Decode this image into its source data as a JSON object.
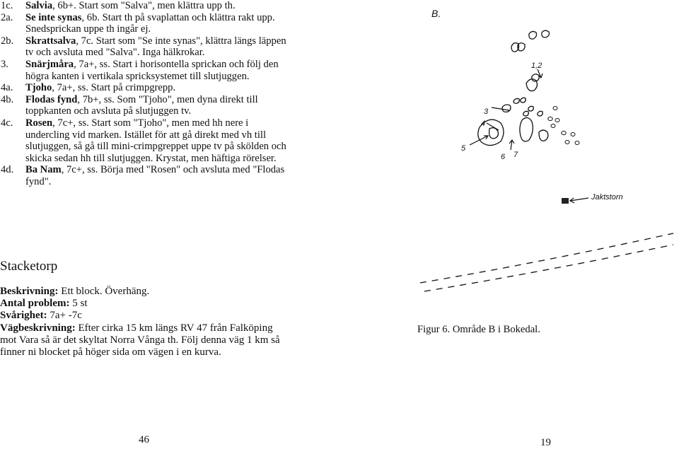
{
  "routes": [
    {
      "num": "1c.",
      "name": "Salvia",
      "grade": ", 6b+.",
      "desc": " Start som \"Salva\", men klättra upp th."
    },
    {
      "num": "2a.",
      "name": "Se inte synas",
      "grade": ", 6b.",
      "desc": " Start th på svaplattan och klättra rakt upp. Snedsprickan uppe th ingår ej."
    },
    {
      "num": "2b.",
      "name": "Skrattsalva",
      "grade": ", 7c.",
      "desc": " Start som \"Se inte synas\", klättra längs läppen tv och avsluta med \"Salva\". Inga hälkrokar."
    },
    {
      "num": "3.",
      "name": "Snärjmåra",
      "grade": ", 7a+, ss.",
      "desc": " Start i horisontella sprickan och följ den högra kanten i vertikala spricksystemet till slutjuggen."
    },
    {
      "num": "4a.",
      "name": "Tjoho",
      "grade": ", 7a+, ss.",
      "desc": " Start på crimpgrepp."
    },
    {
      "num": "4b.",
      "name": "Flodas fynd",
      "grade": ", 7b+, ss.",
      "desc": " Som \"Tjoho\", men dyna direkt till toppkanten och avsluta på slutjuggen tv."
    },
    {
      "num": "4c.",
      "name": "Rosen",
      "grade": ", 7c+, ss.",
      "desc": " Start som \"Tjoho\", men med hh nere i undercling vid marken. Istället för att gå direkt med vh till slutjuggen, så gå till mini-crimpgreppet uppe tv på skölden och skicka sedan hh till slutjuggen. Krystat, men häftiga rörelser."
    },
    {
      "num": "4d.",
      "name": "Ba Nam",
      "grade": ", 7c+, ss.",
      "desc": " Börja med \"Rosen\" och avsluta med \"Flodas fynd\"."
    }
  ],
  "area": {
    "title": "Stacketorp",
    "lines": [
      {
        "label": "Beskrivning",
        "value": " Ett block. Överhäng."
      },
      {
        "label": "Antal problem",
        "value": " 5 st"
      },
      {
        "label": "Svårighet",
        "value": " 7a+ -7c"
      },
      {
        "label": "Vägbeskrivning",
        "value": " Efter cirka 15 km längs RV 47 från Falköping mot Vara så är det skyltat Norra Vånga th. Följ denna väg 1 km så finner ni blocket på höger sida om vägen i en kurva."
      }
    ]
  },
  "map": {
    "area_letter": "B.",
    "labels": {
      "l12": "1,2",
      "l3": "3",
      "l4": "4",
      "l5": "5",
      "l6": "6",
      "l7": "7"
    },
    "sign_label": "Jaktstorn"
  },
  "figure_caption": "Figur 6. Område B i Bokedal.",
  "page_left": "46",
  "page_right": "19"
}
